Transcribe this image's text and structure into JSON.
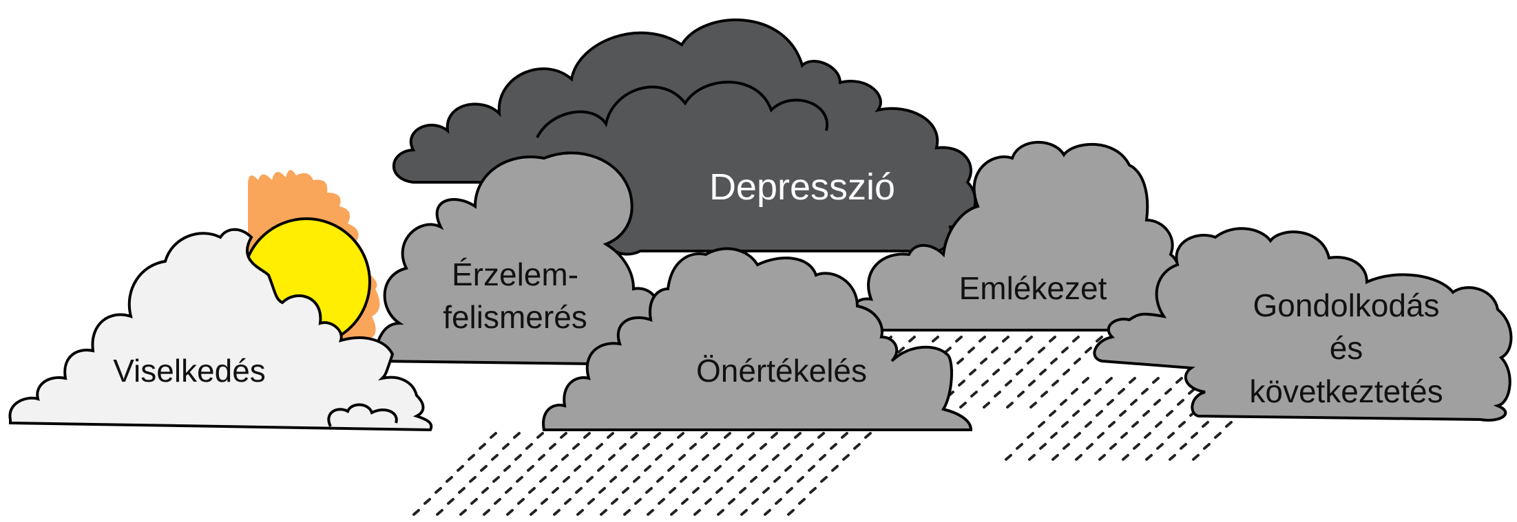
{
  "diagram": {
    "clouds": {
      "depression": {
        "label": "Depresszió"
      },
      "emotion": {
        "line1": "Érzelem-",
        "line2": "felismerés"
      },
      "selfesteem": {
        "label": "Önértékelés"
      },
      "memory": {
        "label": "Emlékezet"
      },
      "thinking": {
        "line1": "Gondolkodás",
        "line2": "és",
        "line3": "következtetés"
      },
      "behavior": {
        "label": "Viselkedés"
      }
    },
    "colors": {
      "dark_cloud": "#555658",
      "grey_cloud": "#a0a0a0",
      "light_cloud": "#f2f2f2",
      "sun": "#ffee00",
      "sun_rays": "#f9a55a",
      "outline": "#000000",
      "rain": "#222222"
    },
    "icons": [
      "sun-icon",
      "rain-icon"
    ]
  }
}
